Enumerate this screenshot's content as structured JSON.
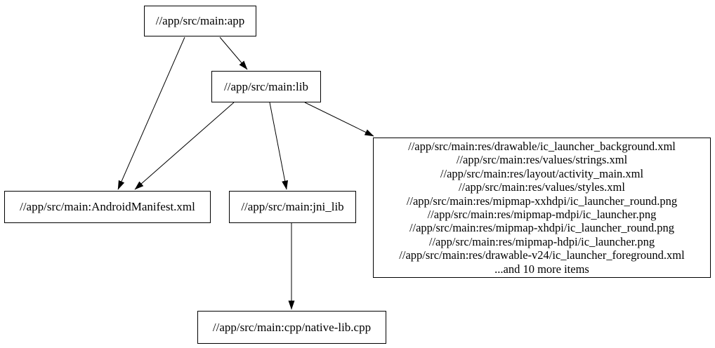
{
  "diagram": {
    "type": "dependency-graph",
    "background_color": "#ffffff",
    "stroke_color": "#000000",
    "text_color": "#000000",
    "nodes": {
      "app": {
        "label": "//app/src/main:app"
      },
      "lib": {
        "label": "//app/src/main:lib"
      },
      "manifest": {
        "label": "//app/src/main:AndroidManifest.xml"
      },
      "jni_lib": {
        "label": "//app/src/main:jni_lib"
      },
      "native_cpp": {
        "label": "//app/src/main:cpp/native-lib.cpp"
      },
      "res_group": {
        "lines": [
          "//app/src/main:res/drawable/ic_launcher_background.xml",
          "//app/src/main:res/values/strings.xml",
          "//app/src/main:res/layout/activity_main.xml",
          "//app/src/main:res/values/styles.xml",
          "//app/src/main:res/mipmap-xxhdpi/ic_launcher_round.png",
          "//app/src/main:res/mipmap-mdpi/ic_launcher.png",
          "//app/src/main:res/mipmap-xhdpi/ic_launcher_round.png",
          "//app/src/main:res/mipmap-hdpi/ic_launcher.png",
          "//app/src/main:res/drawable-v24/ic_launcher_foreground.xml",
          "...and 10 more items"
        ]
      }
    },
    "edges": [
      {
        "from": "//app/src/main:app",
        "to": "//app/src/main:AndroidManifest.xml"
      },
      {
        "from": "//app/src/main:app",
        "to": "//app/src/main:lib"
      },
      {
        "from": "//app/src/main:lib",
        "to": "//app/src/main:AndroidManifest.xml"
      },
      {
        "from": "//app/src/main:lib",
        "to": "//app/src/main:jni_lib"
      },
      {
        "from": "//app/src/main:lib",
        "to": "res-group"
      },
      {
        "from": "//app/src/main:jni_lib",
        "to": "//app/src/main:cpp/native-lib.cpp"
      }
    ]
  }
}
